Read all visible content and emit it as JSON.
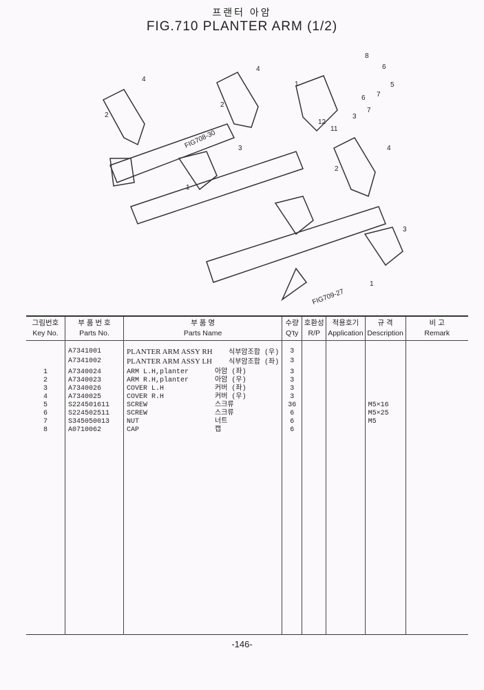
{
  "header": {
    "title_kr": "프랜터 아암",
    "title_en": "FIG.710   PLANTER ARM (1/2)"
  },
  "diagram": {
    "callouts": [
      "1",
      "2",
      "3",
      "4",
      "5",
      "6",
      "7",
      "8",
      "11",
      "12"
    ],
    "refs": [
      "FIG708-30",
      "FIG709-27"
    ]
  },
  "table": {
    "headers": [
      {
        "kr": "그림번호",
        "en": "Key No."
      },
      {
        "kr": "부 품 번 호",
        "en": "Parts No."
      },
      {
        "kr": "부      품      명",
        "en": "Parts   Name"
      },
      {
        "kr": "수량",
        "en": "Q'ty"
      },
      {
        "kr": "호환성",
        "en": "R/P"
      },
      {
        "kr": "적용호기",
        "en": "Application"
      },
      {
        "kr": "규   격",
        "en": "Description"
      },
      {
        "kr": "비       고",
        "en": "Remark"
      }
    ],
    "rows": [
      {
        "key": "",
        "part": "A7341001",
        "name": "PLANTER ARM ASSY RH",
        "kr": "식부암조합 (우)",
        "qty": "3",
        "desc": ""
      },
      {
        "key": "",
        "part": "A7341002",
        "name": "PLANTER ARM ASSY LH",
        "kr": "식부암조합 (좌)",
        "qty": "3",
        "desc": ""
      },
      {
        "key": "1",
        "part": "A7340024",
        "name": "ARM L.H,planter",
        "kr": "아암 (좌)",
        "qty": "3",
        "desc": ""
      },
      {
        "key": "2",
        "part": "A7340023",
        "name": "ARM R.H,planter",
        "kr": "아암 (우)",
        "qty": "3",
        "desc": ""
      },
      {
        "key": "3",
        "part": "A7340026",
        "name": "COVER L.H",
        "kr": "커버 (좌)",
        "qty": "3",
        "desc": ""
      },
      {
        "key": "4",
        "part": "A7340025",
        "name": "COVER R.H",
        "kr": "커버 (우)",
        "qty": "3",
        "desc": ""
      },
      {
        "key": "5",
        "part": "S224501611",
        "name": "SCREW",
        "kr": "스크류",
        "qty": "36",
        "desc": "M5×16"
      },
      {
        "key": "6",
        "part": "S224502511",
        "name": "SCREW",
        "kr": "스크류",
        "qty": "6",
        "desc": "M5×25"
      },
      {
        "key": "7",
        "part": "S345050013",
        "name": "NUT",
        "kr": "너트",
        "qty": "6",
        "desc": "M5"
      },
      {
        "key": "8",
        "part": "A0710062",
        "name": "CAP",
        "kr": "캡",
        "qty": "6",
        "desc": ""
      }
    ]
  },
  "footer": {
    "page": "-146-"
  }
}
